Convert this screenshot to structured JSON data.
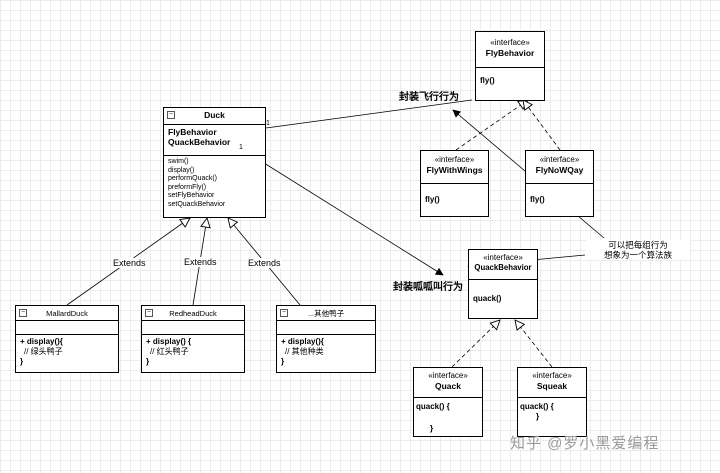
{
  "duck": {
    "title": "Duck",
    "attributes": [
      "FlyBehavior",
      "QuackBehavior"
    ],
    "methods": [
      "swim()",
      "display()",
      "performQuack()",
      "preformFly()",
      "setFlyBehavior",
      "setQuackBehavior"
    ]
  },
  "fly_behavior": {
    "stereotype": "«interface»",
    "name": "FlyBehavior",
    "method": "fly()"
  },
  "fly_with_wings": {
    "stereotype": "«interface»",
    "name": "FlyWithWings",
    "method": "fly()"
  },
  "fly_no_way": {
    "stereotype": "«interface»",
    "name": "FlyNoWQay",
    "method": "fly()"
  },
  "quack_behavior": {
    "stereotype": "«interface»",
    "name": "QuackBehavior",
    "method": "quack()"
  },
  "quack": {
    "stereotype": "«interface»",
    "name": "Quack",
    "method_lines": [
      "quack() {",
      "}"
    ]
  },
  "squeak": {
    "stereotype": "«interface»",
    "name": "Squeak",
    "method_lines": [
      "quack() {",
      "}"
    ]
  },
  "mallard": {
    "name": "MallardDuck",
    "lines": [
      "+ display(){",
      "// 绿头鸭子",
      "}"
    ]
  },
  "redhead": {
    "name": "RedheadDuck",
    "lines": [
      "+ display() {",
      "// 红头鸭子",
      "}"
    ]
  },
  "other": {
    "name": "...其他鸭子",
    "lines": [
      "+ display(){",
      "// 其他种类",
      "}"
    ]
  },
  "labels": {
    "extends": "Extends",
    "encap_fly": "封装飞行行为",
    "encap_quack": "封装呱呱叫行为",
    "note_line1": "可以把每组行为",
    "note_line2": "想象为一个算法族",
    "mult_fly": "1",
    "mult_quack": "1"
  },
  "watermark": "知乎 @罗小黑爱编程"
}
